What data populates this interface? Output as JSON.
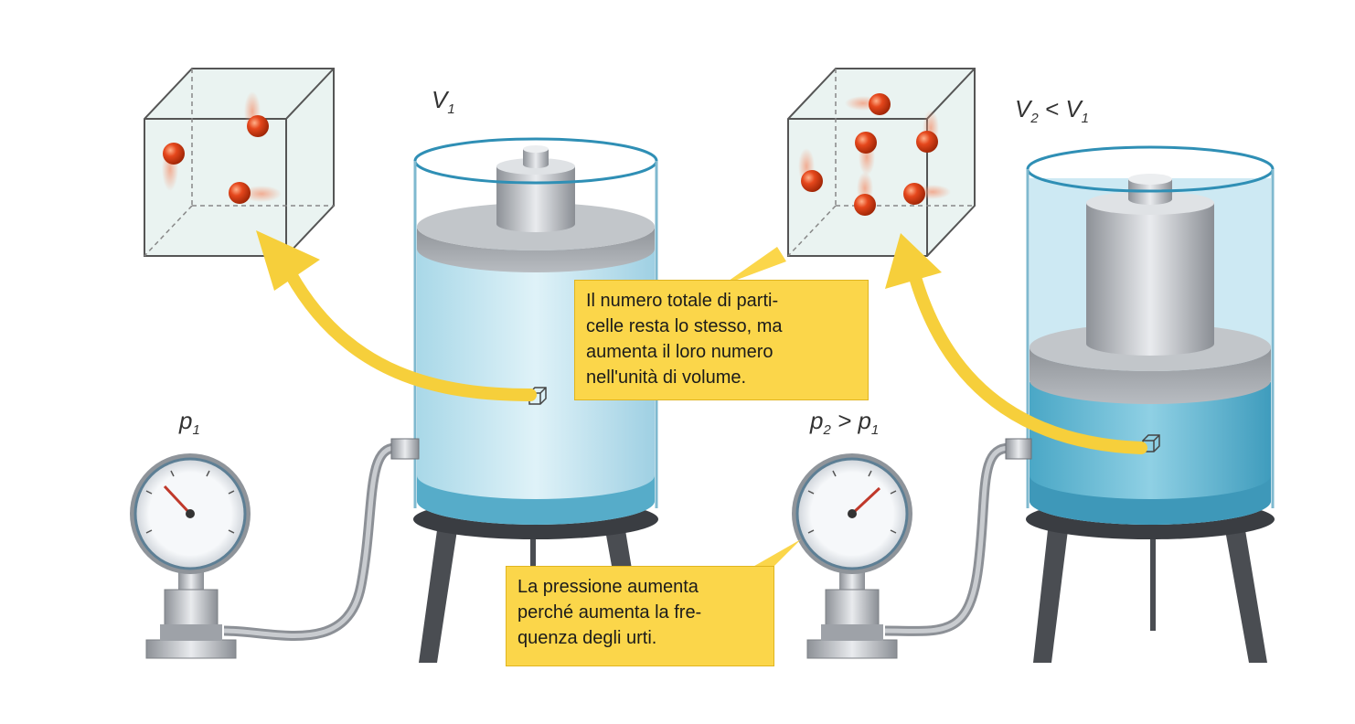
{
  "labels": {
    "v1": "V",
    "v1_sub": "1",
    "v2": "V",
    "v2_sub": "2",
    "v2_rel": "< V",
    "v2_rel_sub": "1",
    "p1": "p",
    "p1_sub": "1",
    "p2": "p",
    "p2_sub": "2",
    "p2_rel": "> p",
    "p2_rel_sub": "1"
  },
  "callouts": {
    "particles": {
      "lines": [
        "Il numero totale di parti-",
        "celle resta lo stesso, ma",
        "aumenta il loro numero",
        "nell'unità di volume."
      ]
    },
    "pressure": {
      "lines": [
        "La pressione aumenta",
        "perché aumenta la fre-",
        "quenza degli urti."
      ]
    }
  },
  "colors": {
    "callout_fill": "#fbd64a",
    "arrow": "#f6cf3b",
    "particle": "#e2401a",
    "gas_light": "#bfe3ef",
    "gas_dark": "#5fb6d2",
    "steel": "#a9adb3"
  }
}
